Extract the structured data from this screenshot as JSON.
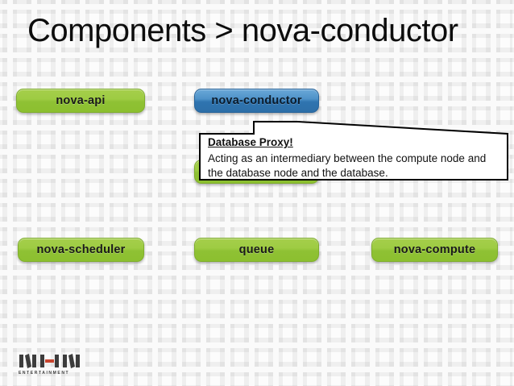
{
  "slide": {
    "title": "Components > nova-conductor",
    "background_color": "#fcfcfc",
    "pattern_color": "#f2f2f2"
  },
  "nodes": [
    {
      "id": "nova-api",
      "label": "nova-api",
      "color": "green",
      "accent": "#8fc134"
    },
    {
      "id": "nova-conductor",
      "label": "nova-conductor",
      "color": "blue",
      "accent": "#2f74b0"
    },
    {
      "id": "hidden-node",
      "label": "",
      "color": "green",
      "accent": "#8fc134"
    },
    {
      "id": "nova-scheduler",
      "label": "nova-scheduler",
      "color": "green",
      "accent": "#8fc134"
    },
    {
      "id": "queue",
      "label": "queue",
      "color": "green",
      "accent": "#8fc134"
    },
    {
      "id": "nova-compute",
      "label": "nova-compute",
      "color": "green",
      "accent": "#8fc134"
    }
  ],
  "callout": {
    "heading": "Database Proxy!",
    "body": "Acting as an intermediary between the compute node and the database node and the database.",
    "border_color": "#000000",
    "fill_color": "#ffffff"
  },
  "logo": {
    "mark": "NHN",
    "wordmark": "ENTERTAINMENT",
    "dash_color": "#c8452f",
    "bar_color": "#3c3c3c"
  }
}
